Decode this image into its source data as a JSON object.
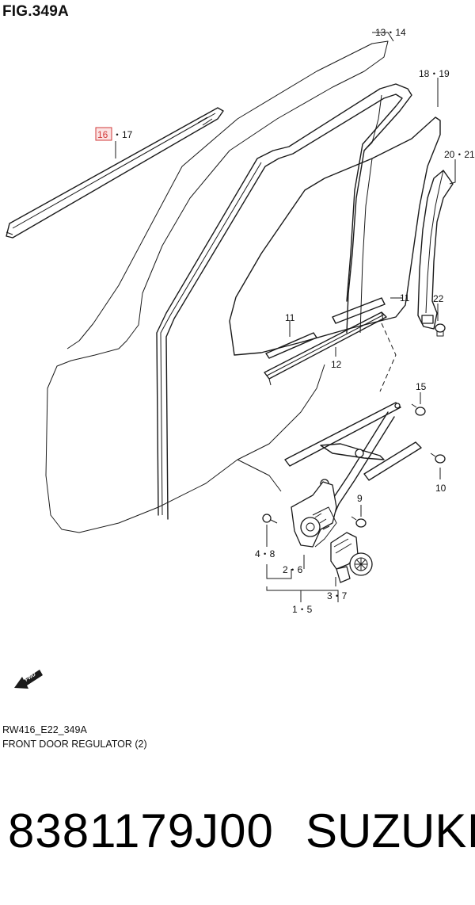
{
  "figure": {
    "title": "FIG.349A"
  },
  "callouts": {
    "c_13_14": "13・14",
    "c_18_19": "18・19",
    "c_16": "16",
    "c_17": "・17",
    "c_20_21": "20・21",
    "c_11_upper": "11",
    "c_11_lower": "11",
    "c_22": "22",
    "c_12": "12",
    "c_15": "15",
    "c_10": "10",
    "c_9": "9",
    "c_4_8": "4・8",
    "c_2_6": "2・6",
    "c_3_7": "3・7",
    "c_1_5": "1・5"
  },
  "fwd_label": "FWD",
  "captions": {
    "code": "RW416_E22_349A",
    "description": "FRONT DOOR REGULATOR (2)"
  },
  "footer": {
    "part_number": "8381179J00",
    "brand": "SUZUKI"
  },
  "colors": {
    "highlight": "#d23a3a",
    "line": "#1a1a1a"
  }
}
